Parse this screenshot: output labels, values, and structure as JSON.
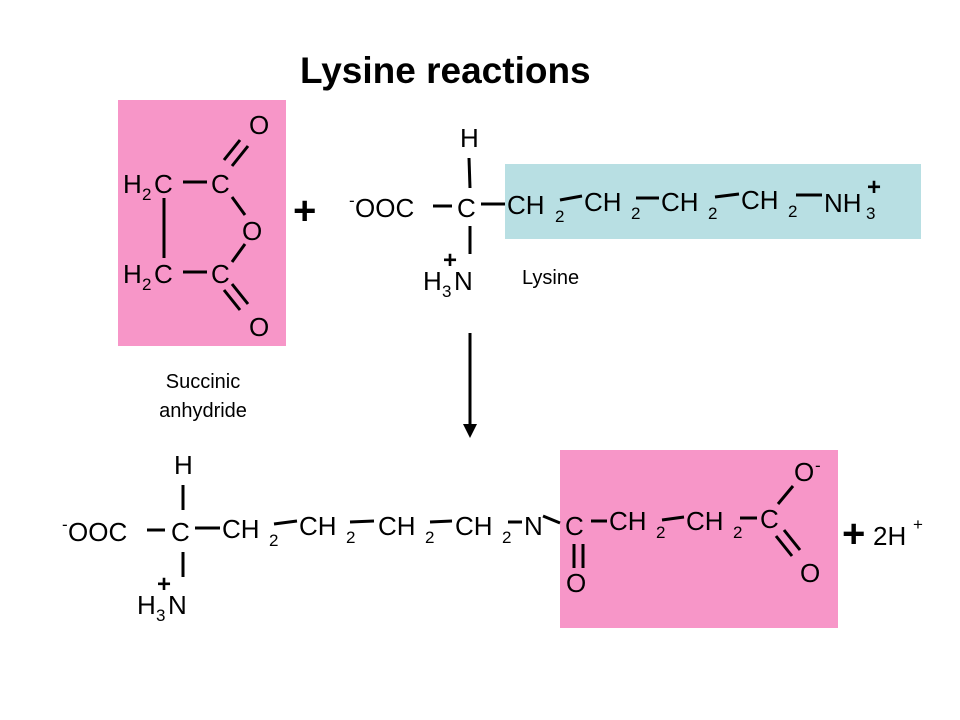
{
  "title": "Lysine reactions",
  "colors": {
    "pink": "#f796c8",
    "blue": "#b8dfe3",
    "text": "#000000"
  },
  "labels": {
    "succinic_line1": "Succinic",
    "succinic_line2": "anhydride",
    "lysine": "Lysine"
  },
  "symbols": {
    "H": "H",
    "C": "C",
    "O": "O",
    "N": "N",
    "NH": "NH",
    "OOC": "OOC",
    "H2C_H": "H",
    "sub2": "2",
    "sub3": "2",
    "three": "3",
    "plus_sign": "+",
    "minus_sign": "-",
    "charge_plus": "+",
    "CH": "CH",
    "twoH": "2H"
  },
  "reaction": {
    "reactant_plus": "+",
    "product_plus": "+",
    "byproduct": "2H",
    "byproduct_charge": "+"
  }
}
